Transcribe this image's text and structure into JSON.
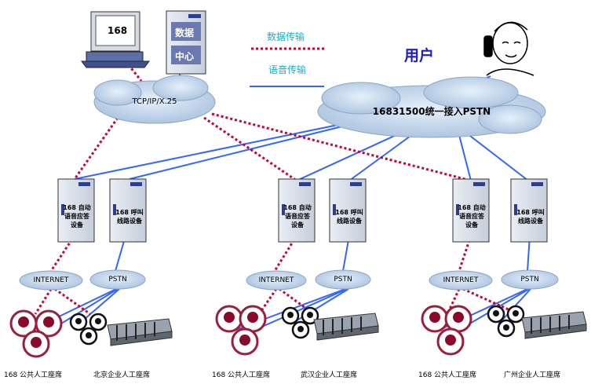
{
  "legend": {
    "data_transfer": "数据传输",
    "voice_transfer": "语音传输",
    "data_color": "#cc0033",
    "voice_color": "#3366ff"
  },
  "user_label": "用户",
  "monitor_label": "168",
  "datacenter_label": [
    "数据",
    "中心"
  ],
  "clouds": {
    "tcpip": "TCP/IP/X.25",
    "pstn_main": "16831500统一接入PSTN",
    "internet": "INTERNET",
    "pstn": "PSTN"
  },
  "servers": {
    "auto_voice": [
      "168 自动",
      "语音应答",
      "设备"
    ],
    "call_route": [
      "168 呼叫",
      "线路设备"
    ]
  },
  "sites": [
    {
      "left_caption": "168 公共人工座席",
      "right_caption": "北京企业人工座席"
    },
    {
      "left_caption": "168 公共人工座席",
      "right_caption": "武汉企业人工座席"
    },
    {
      "left_caption": "168 公共人工座席",
      "right_caption": "广州企业人工座席"
    }
  ]
}
